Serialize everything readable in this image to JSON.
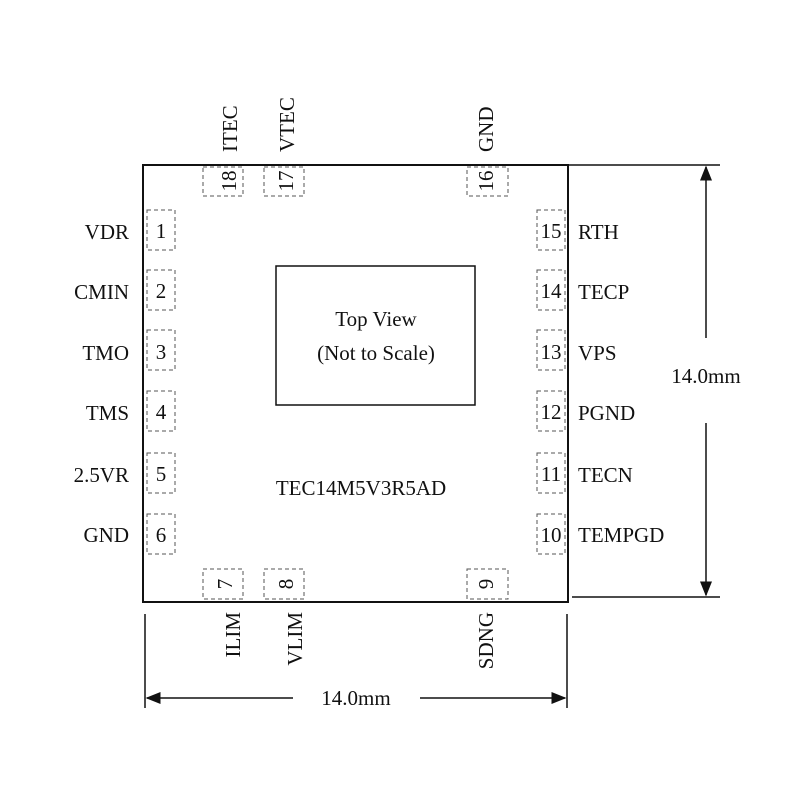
{
  "package": {
    "part_number": "TEC14M5V3R5AD",
    "view_title": "Top View",
    "view_note": "(Not to Scale)"
  },
  "dimensions": {
    "width": "14.0mm",
    "height": "14.0mm"
  },
  "pins": {
    "left": [
      {
        "number": "1",
        "name": "VDR"
      },
      {
        "number": "2",
        "name": "CMIN"
      },
      {
        "number": "3",
        "name": "TMO"
      },
      {
        "number": "4",
        "name": "TMS"
      },
      {
        "number": "5",
        "name": "2.5VR"
      },
      {
        "number": "6",
        "name": "GND"
      }
    ],
    "bottom": [
      {
        "number": "7",
        "name": "ILIM"
      },
      {
        "number": "8",
        "name": "VLIM"
      },
      {
        "number": "9",
        "name": "SDNG"
      }
    ],
    "right": [
      {
        "number": "10",
        "name": "TEMPGD"
      },
      {
        "number": "11",
        "name": "TECN"
      },
      {
        "number": "12",
        "name": "PGND"
      },
      {
        "number": "13",
        "name": "VPS"
      },
      {
        "number": "14",
        "name": "TECP"
      },
      {
        "number": "15",
        "name": "RTH"
      }
    ],
    "top": [
      {
        "number": "16",
        "name": "GND"
      },
      {
        "number": "17",
        "name": "VTEC"
      },
      {
        "number": "18",
        "name": "ITEC"
      }
    ]
  },
  "colors": {
    "line": "#111111",
    "pin_outline": "#555555",
    "background": "#ffffff"
  }
}
